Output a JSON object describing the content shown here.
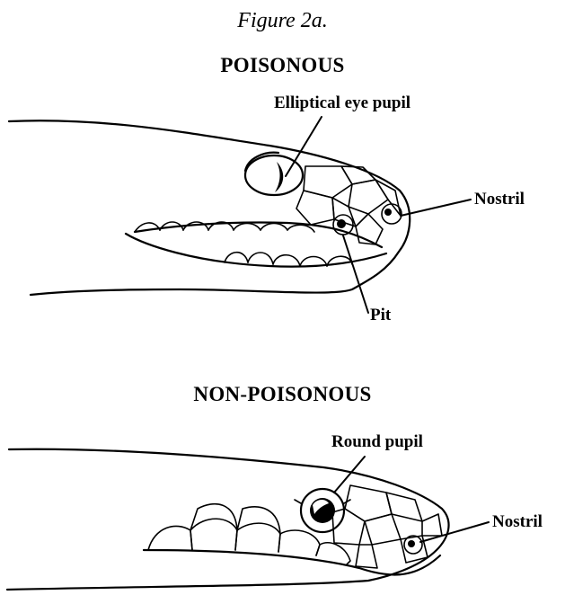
{
  "figure_caption": "Figure 2a.",
  "poisonous": {
    "heading": "POISONOUS",
    "labels": {
      "eye": "Elliptical eye pupil",
      "nostril": "Nostril",
      "pit": "Pit"
    }
  },
  "non_poisonous": {
    "heading": "NON-POISONOUS",
    "labels": {
      "eye": "Round pupil",
      "nostril": "Nostril"
    }
  }
}
